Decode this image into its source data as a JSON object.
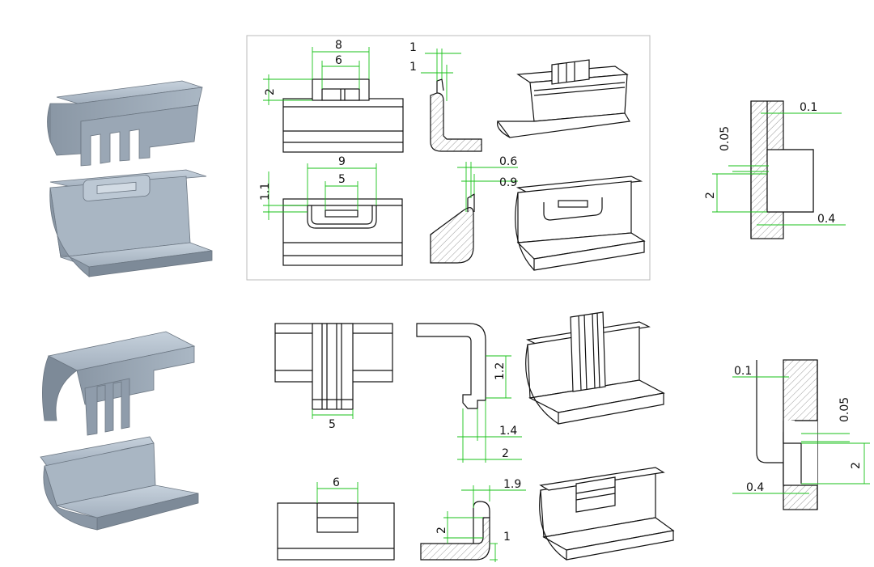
{
  "colors": {
    "dimension": "#19c219",
    "part_light": "#b5c2cf",
    "part_dark": "#7d8a98",
    "line": "#111111"
  },
  "top_design": {
    "front_view_upper": {
      "width_outer": "8",
      "width_inner": "6",
      "height": "2"
    },
    "side_view_upper": {
      "dim_a": "1",
      "dim_b": "1"
    },
    "front_view_lower": {
      "width_outer": "9",
      "width_inner": "5",
      "height": "1.1"
    },
    "side_view_lower": {
      "dim_a": "0.6",
      "dim_b": "0.9"
    },
    "detail": {
      "gap_top": "0.1",
      "gap_vertical": "0.05",
      "height": "2",
      "gap_bottom": "0.4"
    }
  },
  "bottom_design": {
    "front_view_upper": {
      "width": "5"
    },
    "side_view_upper": {
      "dim_a": "1.2",
      "dim_b": "1.4",
      "dim_c": "2"
    },
    "front_view_lower": {
      "width": "6"
    },
    "side_view_lower": {
      "dim_a": "1.9",
      "dim_b": "2",
      "dim_c": "1"
    },
    "detail": {
      "gap_top": "0.1",
      "gap_vertical": "0.05",
      "height": "2",
      "gap_bottom": "0.4"
    }
  }
}
